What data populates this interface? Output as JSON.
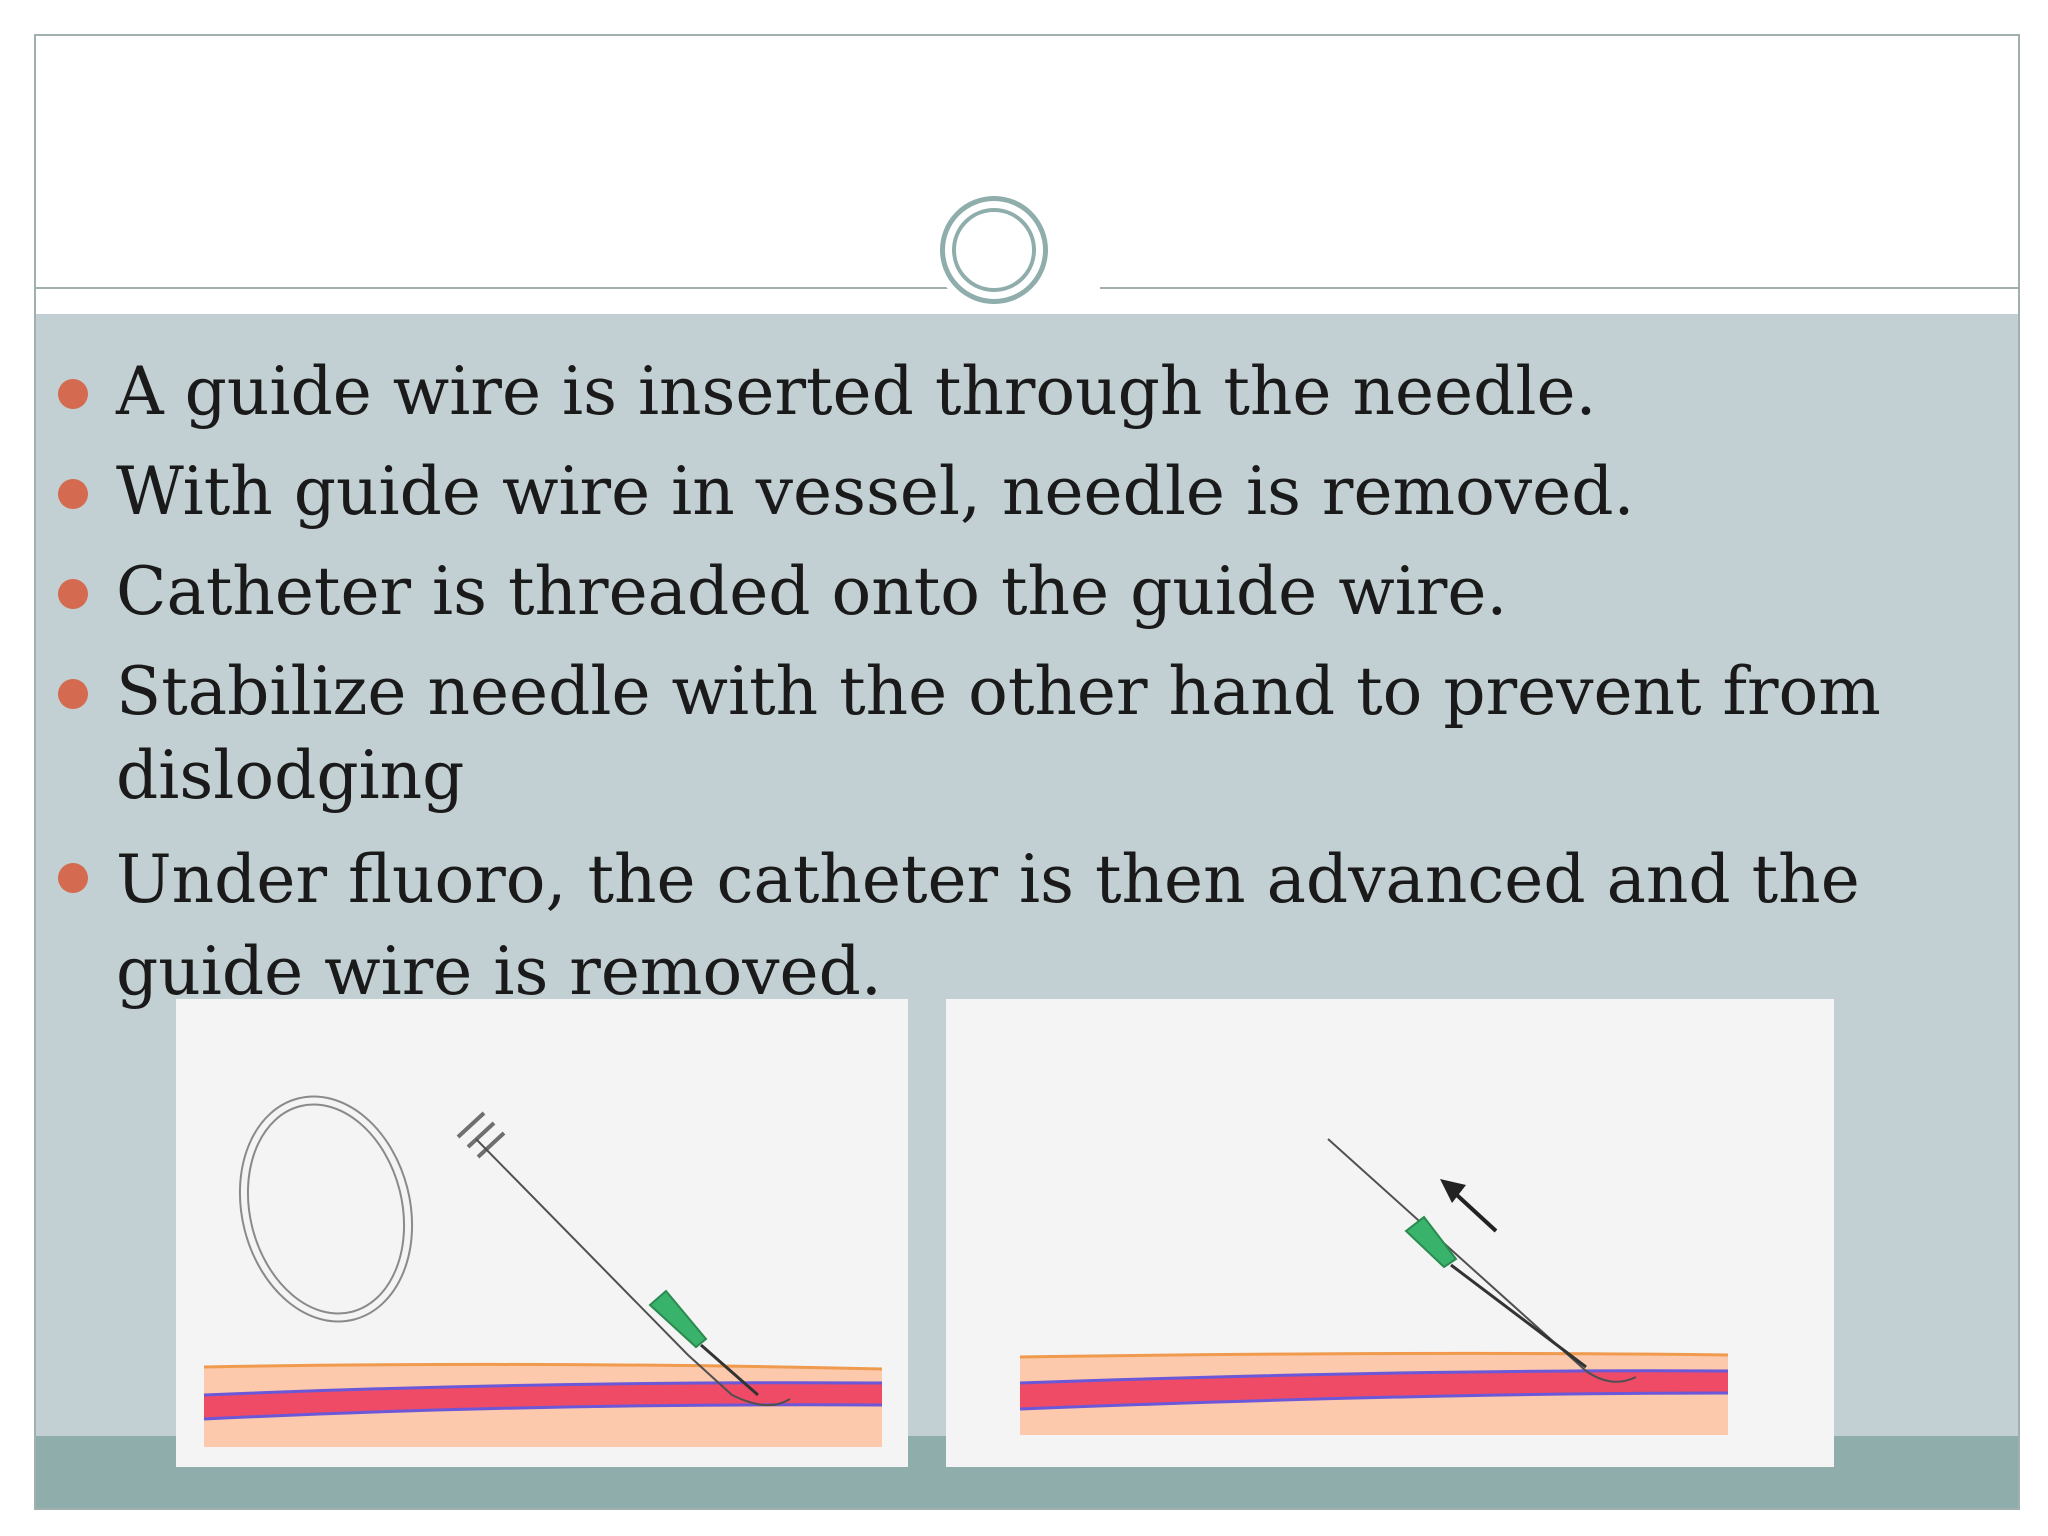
{
  "slide": {
    "bullets": [
      {
        "text": "A guide wire is inserted through the needle."
      },
      {
        "text": "With guide wire in vessel, needle is removed."
      },
      {
        "text": "Catheter is threaded onto the guide wire."
      },
      {
        "text": "Stabilize needle with the other hand to prevent from dislodging"
      },
      {
        "text": "Under fluoro, the catheter is then advanced and the guide wire is removed."
      }
    ],
    "colors": {
      "content_bg": "#c3d0d3",
      "accent": "#8fadab",
      "bullet": "#d46a4f",
      "vessel_red": "#ef4b66",
      "vessel_blue": "#6a58d8",
      "tissue": "#fcc9ac",
      "needle_hub": "#39b36b"
    },
    "figures": [
      {
        "icon": "guide-wire-insertion-illustration"
      },
      {
        "icon": "needle-removal-illustration"
      }
    ]
  }
}
